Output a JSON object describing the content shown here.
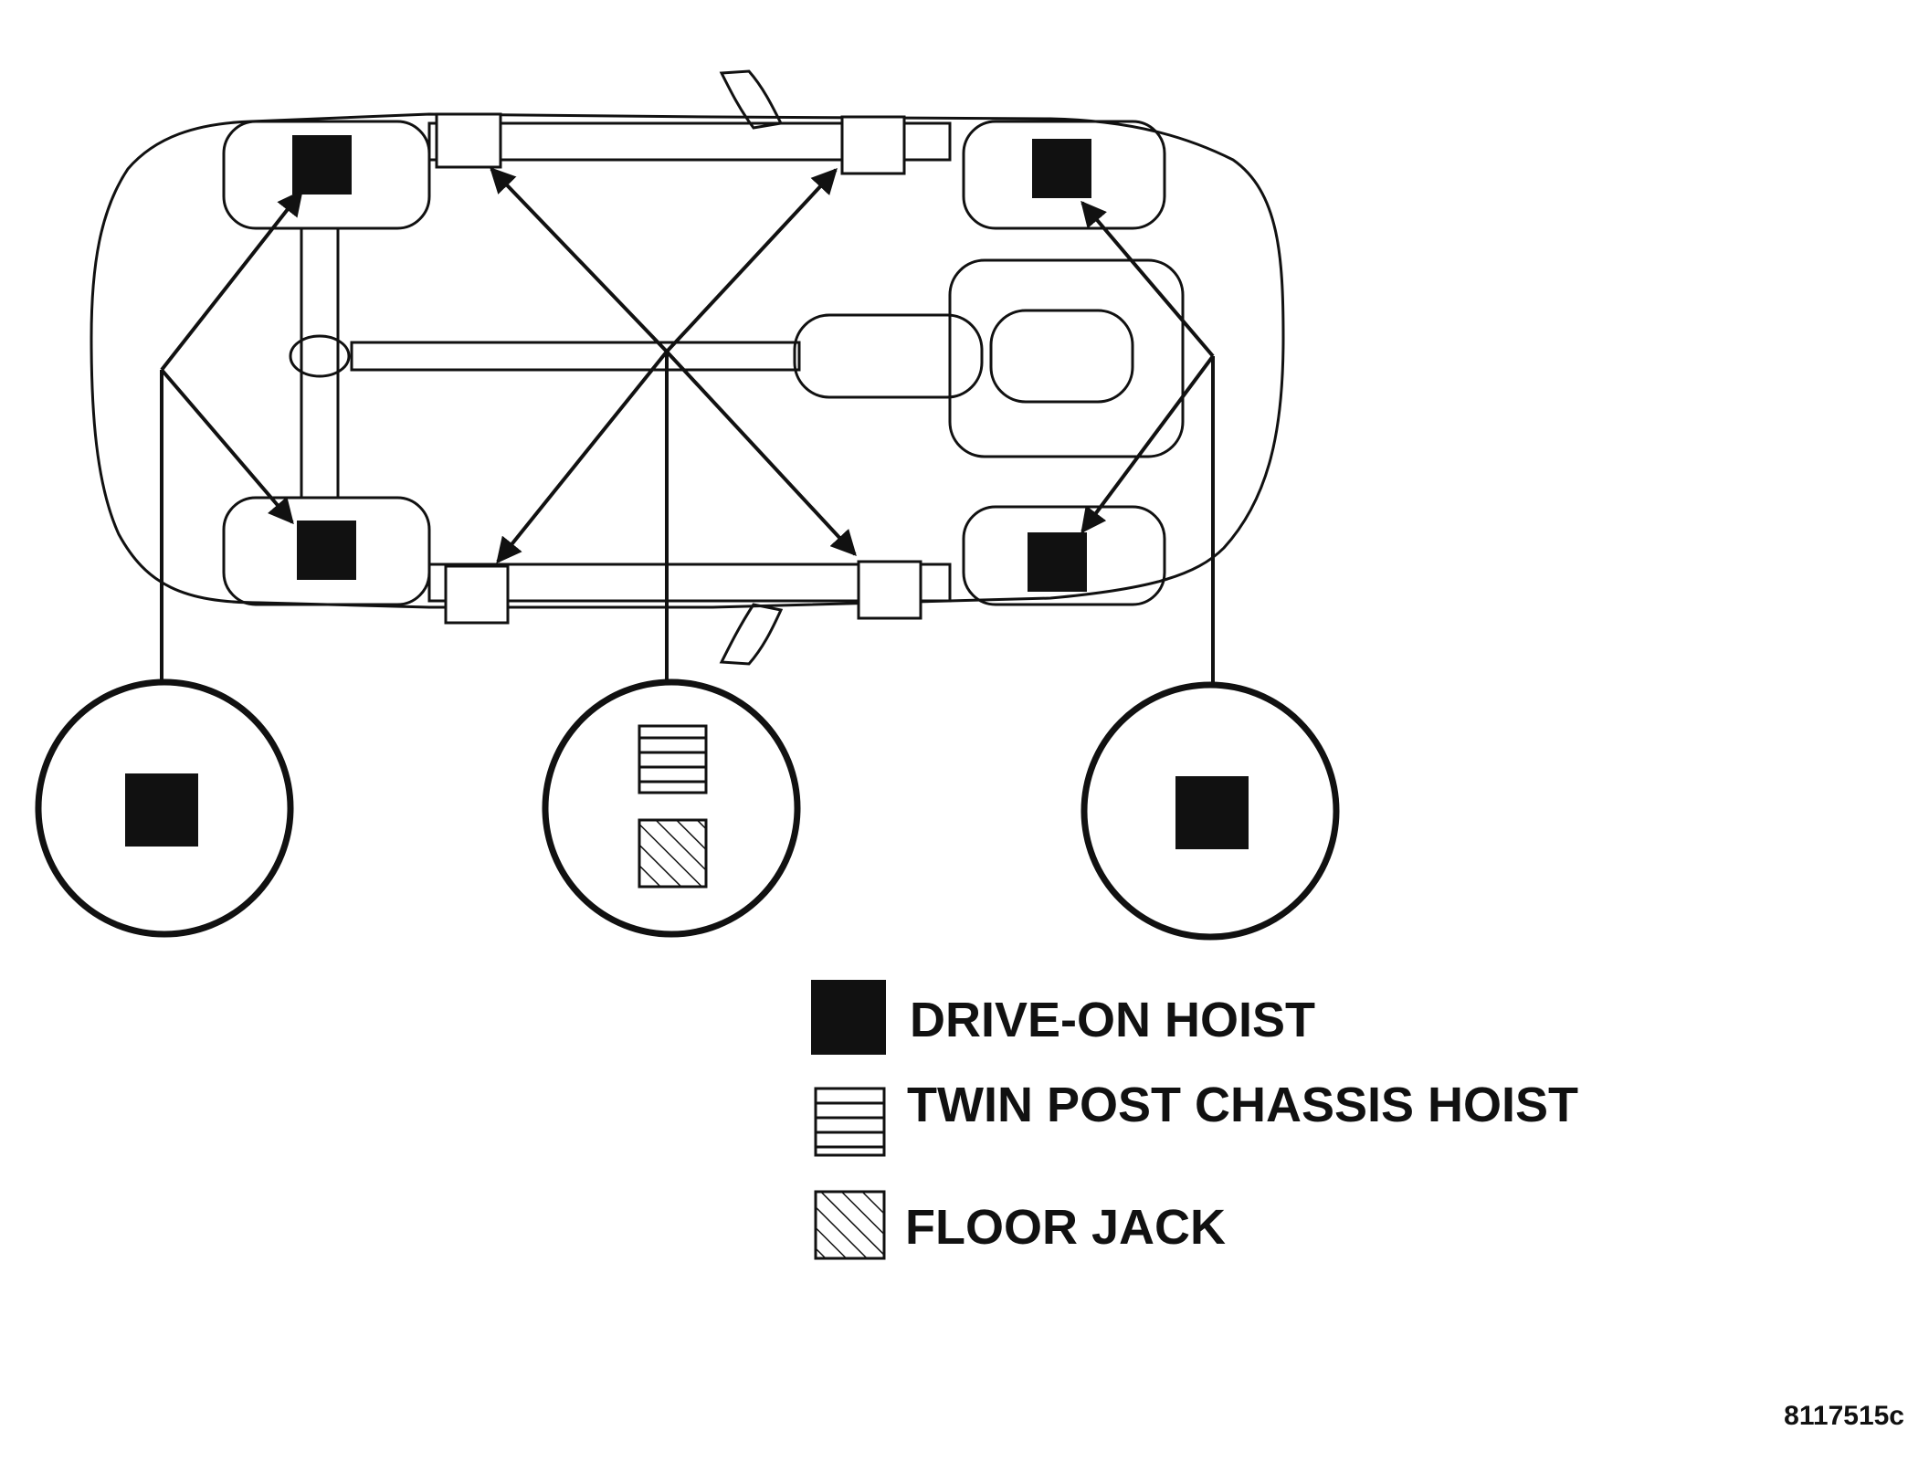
{
  "legend": {
    "drive_on_hoist": "DRIVE-ON HOIST",
    "twin_post_chassis_hoist": "TWIN POST CHASSIS HOIST",
    "floor_jack": "FLOOR JACK"
  },
  "figure_id": "8117515c",
  "colors": {
    "ink": "#111111",
    "paper": "#ffffff"
  }
}
